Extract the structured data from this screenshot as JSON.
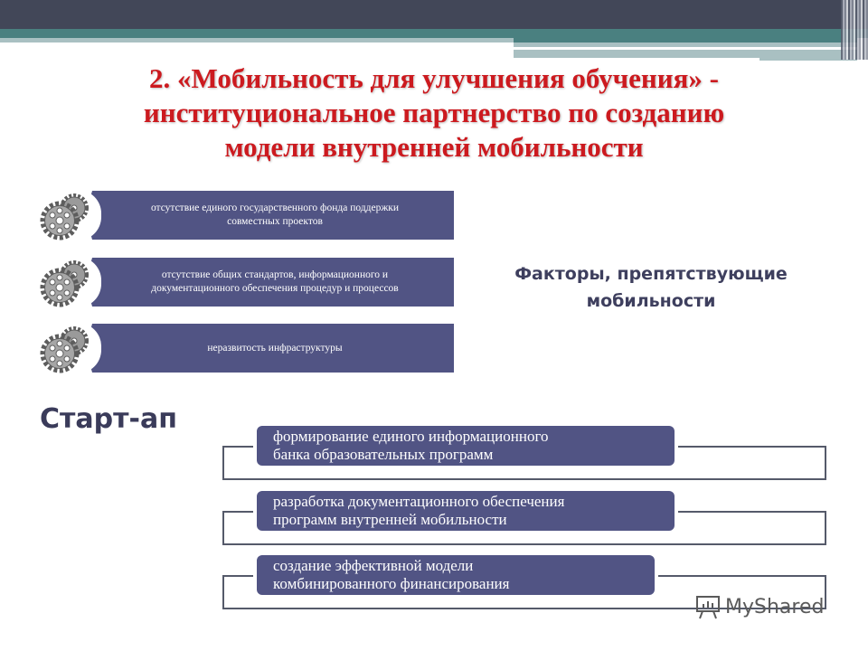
{
  "slide": {
    "title_lines": [
      "2. «Мобильность для улучшения обучения» -",
      "институциональное партнерство по созданию",
      "модели внутренней мобильности"
    ],
    "colors": {
      "title": "#cc1a1f",
      "header_dark": "#424758",
      "header_teal": "#4a8080",
      "box_fill": "#515484",
      "label_text": "#3e3f5e"
    }
  },
  "factors": {
    "heading_lines": [
      "Факторы, препятствующие",
      "мобильности"
    ],
    "items": [
      {
        "icon": "gears-icon",
        "lines": [
          "отсутствие единого государственного фонда поддержки",
          "совместных проектов"
        ]
      },
      {
        "icon": "gears-icon",
        "lines": [
          "отсутствие общих стандартов, информационного и",
          "документационного обеспечения процедур и процессов"
        ]
      },
      {
        "icon": "gears-icon",
        "lines": [
          "неразвитость инфраструктуры"
        ]
      }
    ]
  },
  "startup": {
    "heading": "Старт-ап",
    "steps": [
      {
        "lines": [
          "формирование единого информационного",
          "банка образовательных программ"
        ]
      },
      {
        "lines": [
          "разработка документационного обеспечения",
          "программ внутренней мобильности"
        ]
      },
      {
        "lines": [
          "создание эффективной модели",
          "комбинированного финансирования"
        ]
      }
    ]
  },
  "watermark": {
    "text": "MyShared",
    "icon": "presentation-board-icon"
  }
}
